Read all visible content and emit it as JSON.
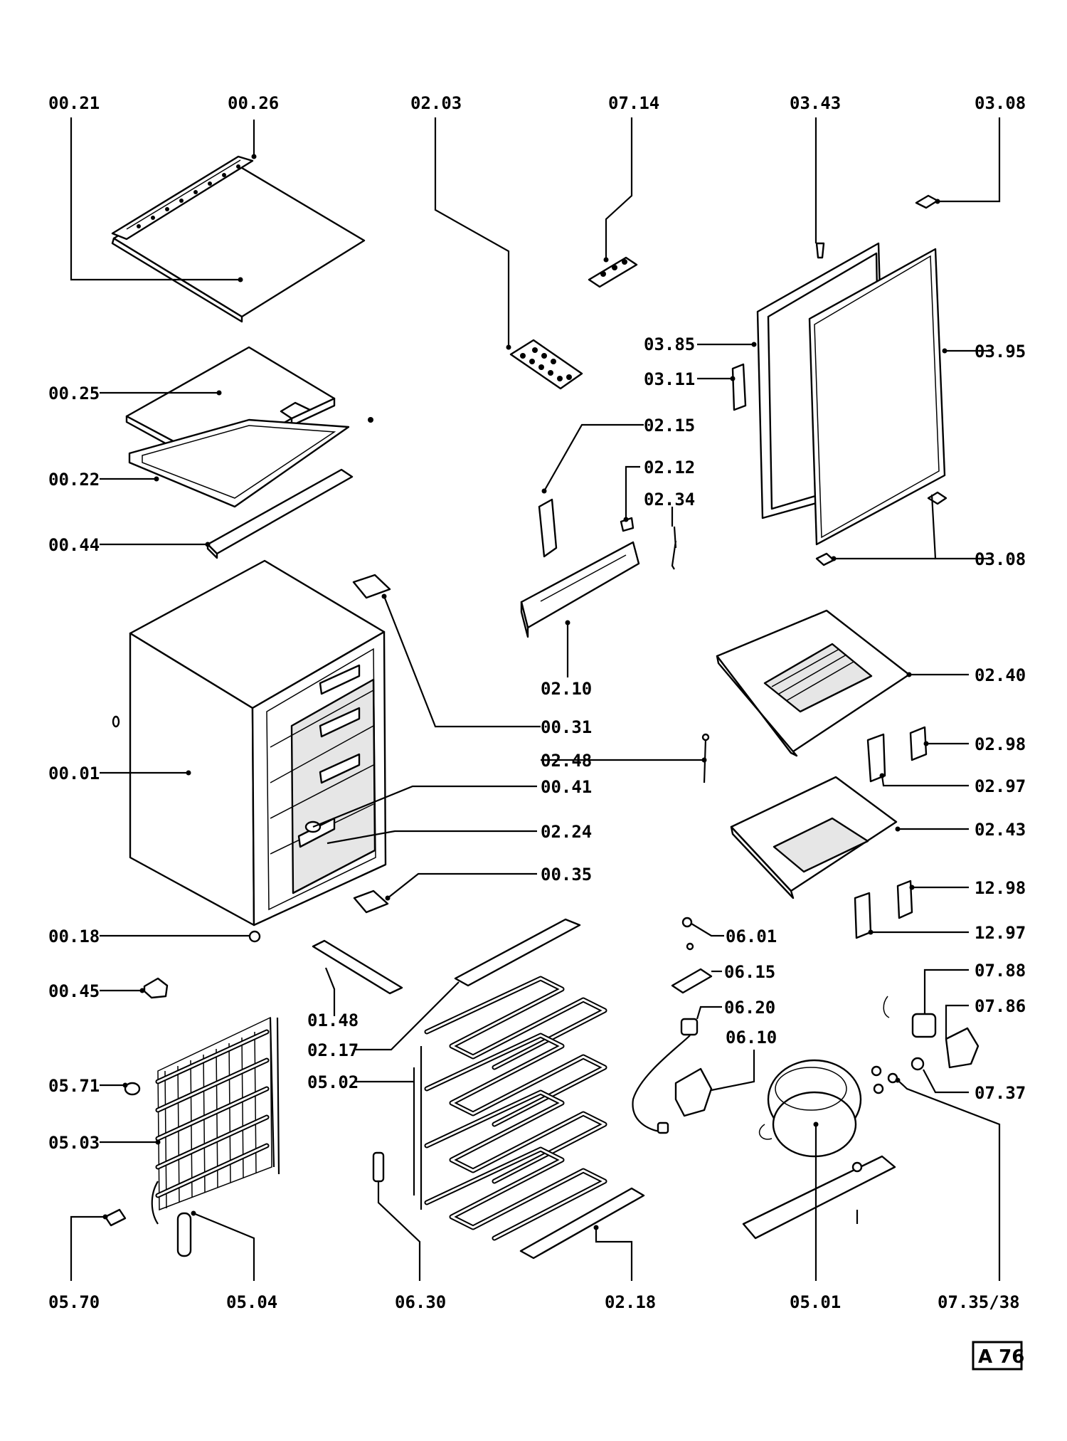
{
  "badge": "A 76",
  "callouts": [
    {
      "id": "c0021",
      "code": "00.21"
    },
    {
      "id": "c0026",
      "code": "00.26"
    },
    {
      "id": "c0203",
      "code": "02.03"
    },
    {
      "id": "c0714",
      "code": "07.14"
    },
    {
      "id": "c0343",
      "code": "03.43"
    },
    {
      "id": "c0308a",
      "code": "03.08"
    },
    {
      "id": "c0385",
      "code": "03.85"
    },
    {
      "id": "c0395",
      "code": "03.95"
    },
    {
      "id": "c0311",
      "code": "03.11"
    },
    {
      "id": "c0025",
      "code": "00.25"
    },
    {
      "id": "c0215",
      "code": "02.15"
    },
    {
      "id": "c0212",
      "code": "02.12"
    },
    {
      "id": "c0234",
      "code": "02.34"
    },
    {
      "id": "c0022",
      "code": "00.22"
    },
    {
      "id": "c0044",
      "code": "00.44"
    },
    {
      "id": "c0308b",
      "code": "03.08"
    },
    {
      "id": "c0210",
      "code": "02.10"
    },
    {
      "id": "c0240",
      "code": "02.40"
    },
    {
      "id": "c0031",
      "code": "00.31"
    },
    {
      "id": "c0248",
      "code": "02.48"
    },
    {
      "id": "c0298",
      "code": "02.98"
    },
    {
      "id": "c0001",
      "code": "00.01"
    },
    {
      "id": "c0041",
      "code": "00.41"
    },
    {
      "id": "c0297",
      "code": "02.97"
    },
    {
      "id": "c0224",
      "code": "02.24"
    },
    {
      "id": "c0243",
      "code": "02.43"
    },
    {
      "id": "c0035",
      "code": "00.35"
    },
    {
      "id": "c1298",
      "code": "12.98"
    },
    {
      "id": "c0018",
      "code": "00.18"
    },
    {
      "id": "c1297",
      "code": "12.97"
    },
    {
      "id": "c0601",
      "code": "06.01"
    },
    {
      "id": "c0045",
      "code": "00.45"
    },
    {
      "id": "c0615",
      "code": "06.15"
    },
    {
      "id": "c0788",
      "code": "07.88"
    },
    {
      "id": "c0148",
      "code": "01.48"
    },
    {
      "id": "c0620",
      "code": "06.20"
    },
    {
      "id": "c0786",
      "code": "07.86"
    },
    {
      "id": "c0217",
      "code": "02.17"
    },
    {
      "id": "c0610",
      "code": "06.10"
    },
    {
      "id": "c0571",
      "code": "05.71"
    },
    {
      "id": "c0502",
      "code": "05.02"
    },
    {
      "id": "c0737",
      "code": "07.37"
    },
    {
      "id": "c0503",
      "code": "05.03"
    },
    {
      "id": "c0570",
      "code": "05.70"
    },
    {
      "id": "c0504",
      "code": "05.04"
    },
    {
      "id": "c0630",
      "code": "06.30"
    },
    {
      "id": "c0218",
      "code": "02.18"
    },
    {
      "id": "c0501",
      "code": "05.01"
    },
    {
      "id": "c073538",
      "code": "07.35/38"
    }
  ]
}
